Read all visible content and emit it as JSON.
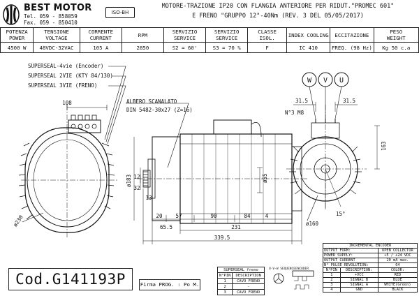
{
  "header": {
    "brand": "BEST MOTOR",
    "tel": "Tel. 059 - 858059",
    "fax": "Fax. 059 - 850410",
    "iso_badge": "ISO-BH",
    "title_line1": "MOTORE-TRAZIONE IP20 CON FLANGIA ANTERIORE PER RIDUT.\"PROMEC 601\"",
    "title_line2": "E FRENO \"GRUPPO 12\"-40Nm  (REV. 3 DEL 05/05/2017)"
  },
  "spec_table": {
    "columns": [
      {
        "h1": "POTENZA",
        "h2": "POWER",
        "v": "4500 W"
      },
      {
        "h1": "TENSIONE",
        "h2": "VOLTAGE",
        "v": "48VDC-32VAC"
      },
      {
        "h1": "CORRENTE",
        "h2": "CURRENT",
        "v": "105 A"
      },
      {
        "h1": "RPM",
        "h2": "",
        "v": "2850"
      },
      {
        "h1": "SERVIZIO",
        "h2": "SERVICE",
        "v": "S2 =  60'"
      },
      {
        "h1": "SERVIZIO",
        "h2": "SERVICE",
        "v": "S3 = 70 %"
      },
      {
        "h1": "CLASSE",
        "h2": "ISOL.",
        "v": "F"
      },
      {
        "h1": "INDEX COOLING",
        "h2": "",
        "v": "IC 410"
      },
      {
        "h1": "ECCITAZIONE",
        "h2": "",
        "v": "FREQ. (98 Hz)"
      },
      {
        "h1": "PESO",
        "h2": "WEIGHT",
        "v": "Kg 50 c.a"
      }
    ]
  },
  "connectors": {
    "encoder": "SUPERSEAL-4vie (Encoder)",
    "kty": "SUPERSEAL 2VIE (KTY 84/130)",
    "freno": "SUPERSEAL 3VIE (FRENO)"
  },
  "shaft": {
    "line1": "ALBERO SCANALATO",
    "line2": "DIN 5482-30x27 (Z=16)"
  },
  "phases": [
    "W",
    "V",
    "U"
  ],
  "dimensions": {
    "d108": "108",
    "d183": "ø183",
    "d12": "12",
    "d32": "32",
    "d13": "13",
    "d230": "ø230",
    "d20": "20",
    "d57": "57",
    "d90": "90",
    "d84": "84",
    "d4": "4",
    "d65_5": "65.5",
    "d231": "231",
    "d339_5": "339.5",
    "d55": "ø55",
    "d31_5a": "31.5",
    "d31_5b": "31.5",
    "n3m8": "N°3 M8",
    "d163": "163",
    "d160": "ø160",
    "d15": "15°"
  },
  "code": "Cod.G141193P",
  "firma": "Firma PROG. : Po M.",
  "superseal_freno": {
    "title": "SUPERSEAL freno",
    "headers": [
      "N°PIN",
      "DESCRIPTION"
    ],
    "rows": [
      [
        "1",
        "CAVO FRENO"
      ],
      [
        "2",
        "-"
      ],
      [
        "3",
        "CAVO FRENO"
      ]
    ]
  },
  "sequence_label": "U-V-W SEQUENCE",
  "encoder_label": "ENCODER",
  "incremental_encoder": {
    "title": "INCREMENTAL ENCODER",
    "rows": [
      [
        "OUTPUT FORM:",
        "OPEN COLLECTOR"
      ],
      [
        "POWER SUPPLY:",
        "+5 / +24 VDC"
      ],
      [
        "OUTPUT CURRENT",
        "20 mA  max."
      ],
      [
        "N° PULSE REVOLUTION:",
        "64"
      ]
    ],
    "pin_headers": [
      "N°PIN",
      "DESCRIPTION:",
      "COLOR:"
    ],
    "pins": [
      [
        "1",
        "+VCC",
        "RED"
      ],
      [
        "2",
        "SIGNAL B",
        "BLUE"
      ],
      [
        "3",
        "SIGNAL A",
        "WHITE(Green)"
      ],
      [
        "4",
        "GND",
        "BLACK"
      ]
    ]
  }
}
